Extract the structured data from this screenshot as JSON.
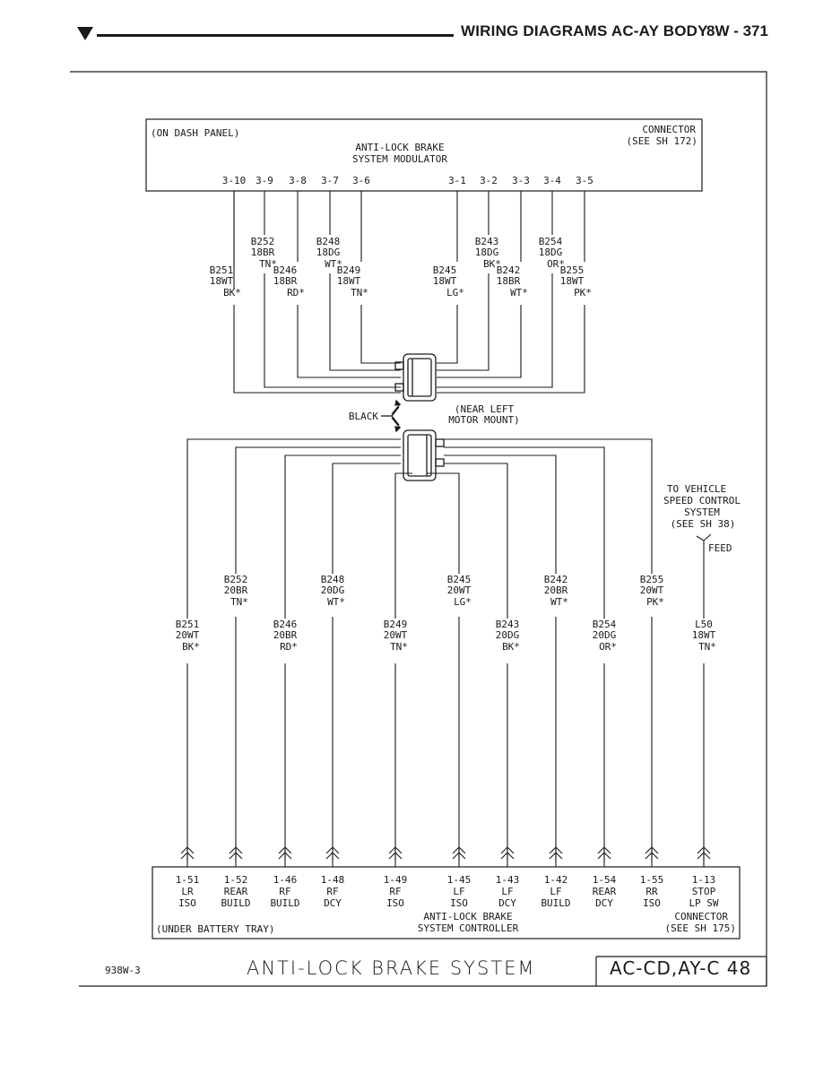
{
  "header": {
    "section_title": "WIRING DIAGRAMS AC-AY BODY",
    "page_number": "8W - 371"
  },
  "modulator": {
    "location": "(ON DASH PANEL)",
    "name_line1": "ANTI-LOCK BRAKE",
    "name_line2": "SYSTEM MODULATOR",
    "connector_line1": "CONNECTOR",
    "connector_line2": "(SEE SH 172)",
    "pins": [
      "3-10",
      "3-9",
      "3-8",
      "3-7",
      "3-6",
      "3-1",
      "3-2",
      "3-3",
      "3-4",
      "3-5"
    ]
  },
  "upper_wires": [
    {
      "circuit": "B251",
      "gauge": "18WT",
      "tracer": "BK*"
    },
    {
      "circuit": "B252",
      "gauge": "18BR",
      "tracer": "TN*"
    },
    {
      "circuit": "B246",
      "gauge": "18BR",
      "tracer": "RD*"
    },
    {
      "circuit": "B248",
      "gauge": "18DG",
      "tracer": "WT*"
    },
    {
      "circuit": "B249",
      "gauge": "18WT",
      "tracer": "TN*"
    },
    {
      "circuit": "B245",
      "gauge": "18WT",
      "tracer": "LG*"
    },
    {
      "circuit": "B243",
      "gauge": "18DG",
      "tracer": "BK*"
    },
    {
      "circuit": "B242",
      "gauge": "18BR",
      "tracer": "WT*"
    },
    {
      "circuit": "B254",
      "gauge": "18DG",
      "tracer": "OR*"
    },
    {
      "circuit": "B255",
      "gauge": "18WT",
      "tracer": "PK*"
    }
  ],
  "inline_connector": {
    "color_label": "BLACK",
    "location_line1": "(NEAR LEFT",
    "location_line2": "MOTOR MOUNT)"
  },
  "speed_control": {
    "line1": "TO VEHICLE",
    "line2": "SPEED CONTROL",
    "line3": "SYSTEM",
    "line4": "(SEE SH 38)",
    "feed_label": "FEED"
  },
  "lower_wires": [
    {
      "circuit": "B251",
      "gauge": "20WT",
      "tracer": "BK*"
    },
    {
      "circuit": "B252",
      "gauge": "20BR",
      "tracer": "TN*"
    },
    {
      "circuit": "B246",
      "gauge": "20BR",
      "tracer": "RD*"
    },
    {
      "circuit": "B248",
      "gauge": "20DG",
      "tracer": "WT*"
    },
    {
      "circuit": "B249",
      "gauge": "20WT",
      "tracer": "TN*"
    },
    {
      "circuit": "B245",
      "gauge": "20WT",
      "tracer": "LG*"
    },
    {
      "circuit": "B243",
      "gauge": "20DG",
      "tracer": "BK*"
    },
    {
      "circuit": "B242",
      "gauge": "20BR",
      "tracer": "WT*"
    },
    {
      "circuit": "B254",
      "gauge": "20DG",
      "tracer": "OR*"
    },
    {
      "circuit": "B255",
      "gauge": "20WT",
      "tracer": "PK*"
    },
    {
      "circuit": "L50",
      "gauge": "18WT",
      "tracer": "TN*"
    }
  ],
  "controller": {
    "location": "(UNDER BATTERY TRAY)",
    "name_line1": "ANTI-LOCK BRAKE",
    "name_line2": "SYSTEM CONTROLLER",
    "connector_line1": "CONNECTOR",
    "connector_line2": "(SEE SH 175)",
    "pins": [
      {
        "pin": "1-51",
        "line1": "LR",
        "line2": "ISO"
      },
      {
        "pin": "1-52",
        "line1": "REAR",
        "line2": "BUILD"
      },
      {
        "pin": "1-46",
        "line1": "RF",
        "line2": "BUILD"
      },
      {
        "pin": "1-48",
        "line1": "RF",
        "line2": "DCY"
      },
      {
        "pin": "1-49",
        "line1": "RF",
        "line2": "ISO"
      },
      {
        "pin": "1-45",
        "line1": "LF",
        "line2": "ISO"
      },
      {
        "pin": "1-43",
        "line1": "LF",
        "line2": "DCY"
      },
      {
        "pin": "1-42",
        "line1": "LF",
        "line2": "BUILD"
      },
      {
        "pin": "1-54",
        "line1": "REAR",
        "line2": "DCY"
      },
      {
        "pin": "1-55",
        "line1": "RR",
        "line2": "ISO"
      },
      {
        "pin": "1-13",
        "line1": "STOP",
        "line2": "LP SW"
      }
    ]
  },
  "footer": {
    "drawing_code": "938W-3",
    "title": "ANTI-LOCK BRAKE SYSTEM",
    "reference": "AC-CD,AY-C 48"
  }
}
